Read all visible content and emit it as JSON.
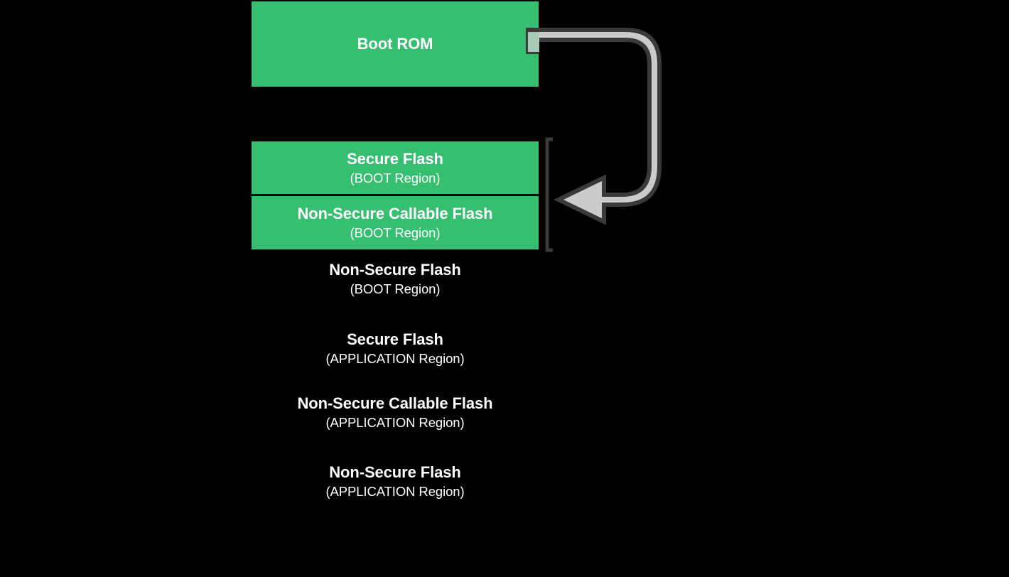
{
  "diagram": {
    "title": "Boot ROM flash memory map with boot hand-off arrow",
    "colors": {
      "background": "#000000",
      "block_fill": "#36BE71",
      "block_text": "#FFFFFF",
      "arrow_fill": "#CCCBC9",
      "arrow_stroke": "#3A3A38",
      "bracket": "#3A3A38",
      "tail_tint": "#A6CCB3"
    },
    "boot_rom": {
      "title": "Boot ROM",
      "subtitle": ""
    },
    "memory_regions": [
      {
        "title": "Secure Flash",
        "subtitle": "(BOOT Region)",
        "filled": true,
        "bracketed": true
      },
      {
        "title": "Non-Secure Callable Flash",
        "subtitle": "(BOOT Region)",
        "filled": true,
        "bracketed": true
      },
      {
        "title": "Non-Secure Flash",
        "subtitle": "(BOOT Region)",
        "filled": false,
        "bracketed": false
      },
      {
        "title": "Secure Flash",
        "subtitle": "(APPLICATION Region)",
        "filled": false,
        "bracketed": false
      },
      {
        "title": "Non-Secure Callable Flash",
        "subtitle": "(APPLICATION Region)",
        "filled": false,
        "bracketed": false
      },
      {
        "title": "Non-Secure Flash",
        "subtitle": "(APPLICATION Region)",
        "filled": false,
        "bracketed": false
      }
    ],
    "arrow": {
      "label": "boot-handoff-arrow",
      "direction": "from Boot ROM right edge, loops clockwise, points left into BOOT Region flash"
    }
  }
}
